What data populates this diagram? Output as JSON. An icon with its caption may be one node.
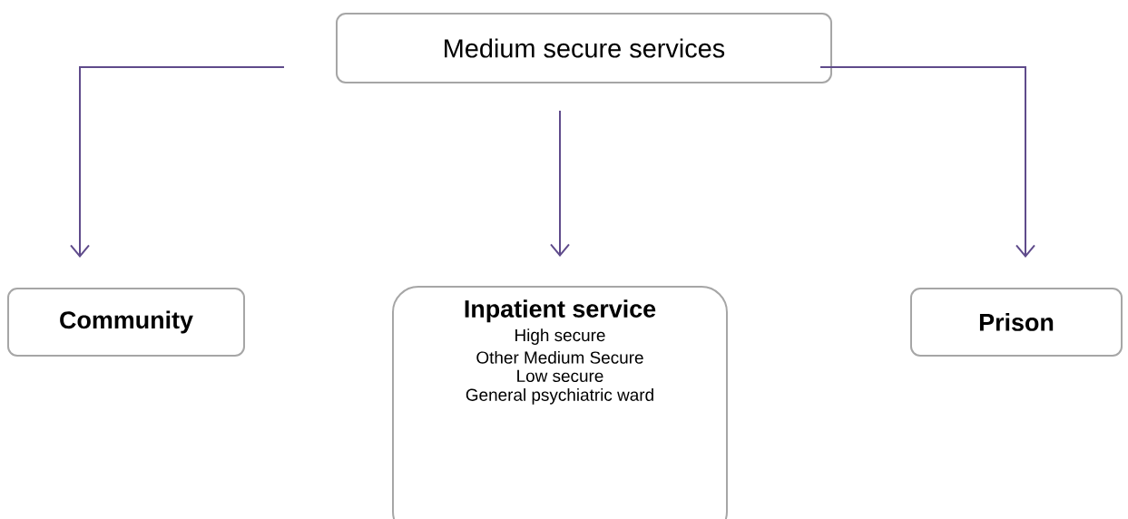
{
  "diagram": {
    "nodes": [
      {
        "text": [
          "Medium secure services"
        ]
      },
      {
        "text": [
          "Community"
        ]
      },
      {
        "text": [
          "Inpatient service",
          "High secure",
          "Other Medium Secure",
          "Low secure",
          "General psychiatric ward"
        ]
      },
      {
        "text": [
          "Prison"
        ]
      }
    ],
    "edges": [
      {
        "from": 0,
        "to": 1,
        "arrow": "to"
      },
      {
        "from": 0,
        "to": 2,
        "arrow": "to"
      },
      {
        "from": 0,
        "to": 3,
        "arrow": "to"
      }
    ]
  }
}
